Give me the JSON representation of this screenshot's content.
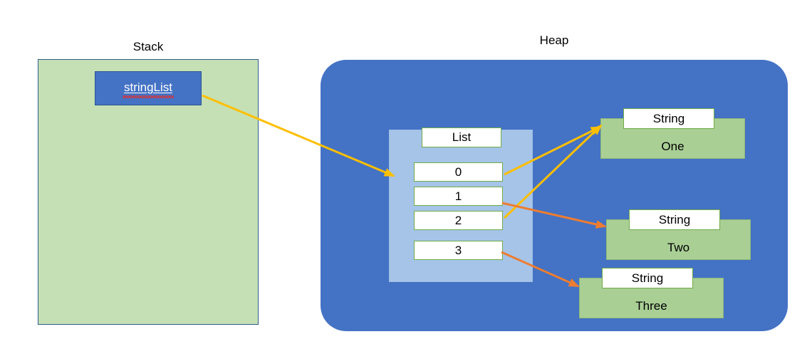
{
  "diagram": {
    "title": "Stack and Heap memory diagram for a List of Strings",
    "colors": {
      "stack_fill": "#c5e0b4",
      "stack_border": "#2e5c8a",
      "heap_fill": "#4472c4",
      "variable_fill": "#4472c4",
      "list_container_fill": "#a5c4e8",
      "box_border": "#70ad47",
      "box_fill": "#ffffff",
      "string_fill": "#a9cf95",
      "arrow_yellow": "#ffbf00",
      "arrow_orange": "#ed7d31",
      "spellcheck_underline": "#e03030"
    }
  },
  "stack": {
    "title": "Stack",
    "variable": {
      "name": "stringList",
      "label": "stringList"
    }
  },
  "heap": {
    "title": "Heap",
    "list": {
      "header": "List",
      "slots": [
        {
          "index": "0"
        },
        {
          "index": "1"
        },
        {
          "index": "2"
        },
        {
          "index": "3"
        }
      ]
    },
    "strings": [
      {
        "type": "String",
        "value": "One"
      },
      {
        "type": "String",
        "value": "Two"
      },
      {
        "type": "String",
        "value": "Three"
      }
    ]
  },
  "arrows": [
    {
      "name": "stringList-to-list",
      "from": "stringList",
      "to": "List",
      "color": "#ffbf00"
    },
    {
      "name": "slot0-to-string-one",
      "from": "0",
      "to": "String One",
      "color": "#ffbf00"
    },
    {
      "name": "slot2-to-string-one",
      "from": "2",
      "to": "String One",
      "color": "#ffbf00"
    },
    {
      "name": "slot1-to-string-two",
      "from": "1",
      "to": "String Two",
      "color": "#ed7d31"
    },
    {
      "name": "slot3-to-string-three",
      "from": "3",
      "to": "String Three",
      "color": "#ed7d31"
    }
  ]
}
